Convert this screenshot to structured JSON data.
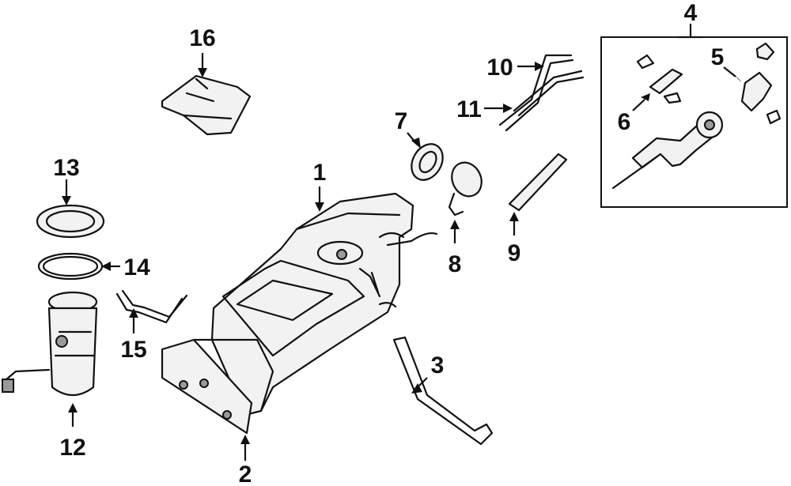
{
  "diagram": {
    "callouts": [
      {
        "id": "1",
        "text": "1"
      },
      {
        "id": "2",
        "text": "2"
      },
      {
        "id": "3",
        "text": "3"
      },
      {
        "id": "4",
        "text": "4"
      },
      {
        "id": "5",
        "text": "5"
      },
      {
        "id": "6",
        "text": "6"
      },
      {
        "id": "7",
        "text": "7"
      },
      {
        "id": "8",
        "text": "8"
      },
      {
        "id": "9",
        "text": "9"
      },
      {
        "id": "10",
        "text": "10"
      },
      {
        "id": "11",
        "text": "11"
      },
      {
        "id": "12",
        "text": "12"
      },
      {
        "id": "13",
        "text": "13"
      },
      {
        "id": "14",
        "text": "14"
      },
      {
        "id": "15",
        "text": "15"
      },
      {
        "id": "16",
        "text": "16"
      }
    ],
    "colors": {
      "ink": "#111111",
      "part_fill": "#f2f2f2",
      "shade": "#9a9a9a",
      "background": "#ffffff"
    }
  }
}
